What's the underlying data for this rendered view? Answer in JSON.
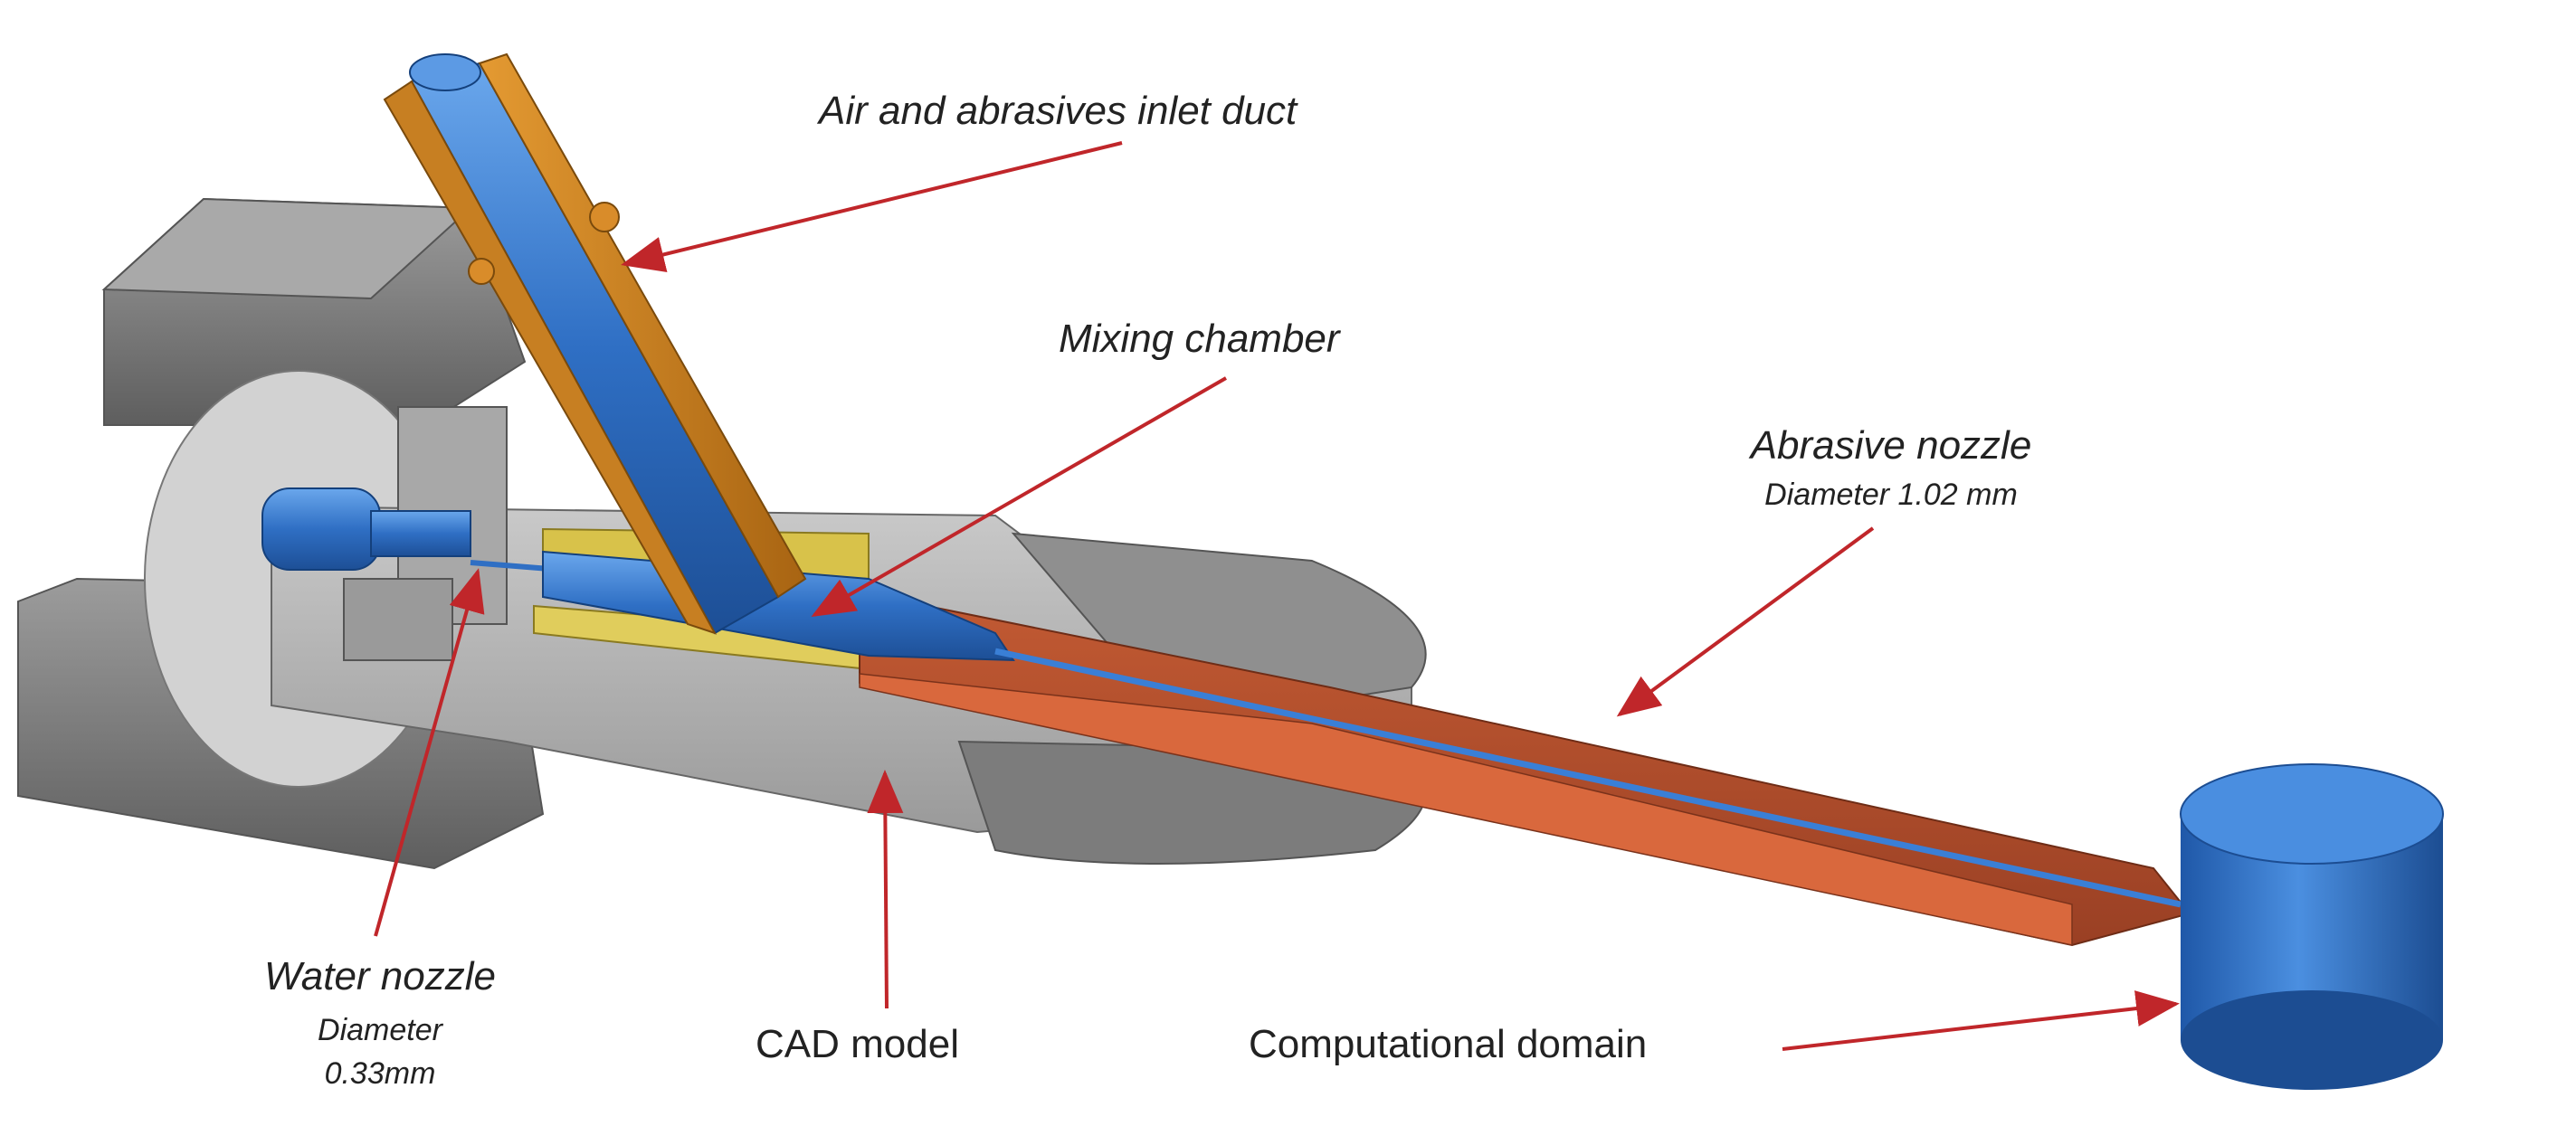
{
  "labels": {
    "inlet": "Air and abrasives  inlet duct",
    "mixing": "Mixing chamber",
    "abrasive_title": "Abrasive nozzle",
    "abrasive_diameter": "Diameter 1.02 mm",
    "water_title": "Water nozzle",
    "water_diameter_label": "Diameter",
    "water_diameter_value": "0.33mm",
    "cad": "CAD model",
    "domain": "Computational domain"
  },
  "colors": {
    "housing": "#8a8a8a",
    "housing_light": "#b8b8b8",
    "fluid_blue": "#2f6fc4",
    "inlet_orange": "#c8821e",
    "abrasive_copper": "#b8522e",
    "insert_yellow": "#d8c24a",
    "arrow_red": "#c0262a"
  }
}
